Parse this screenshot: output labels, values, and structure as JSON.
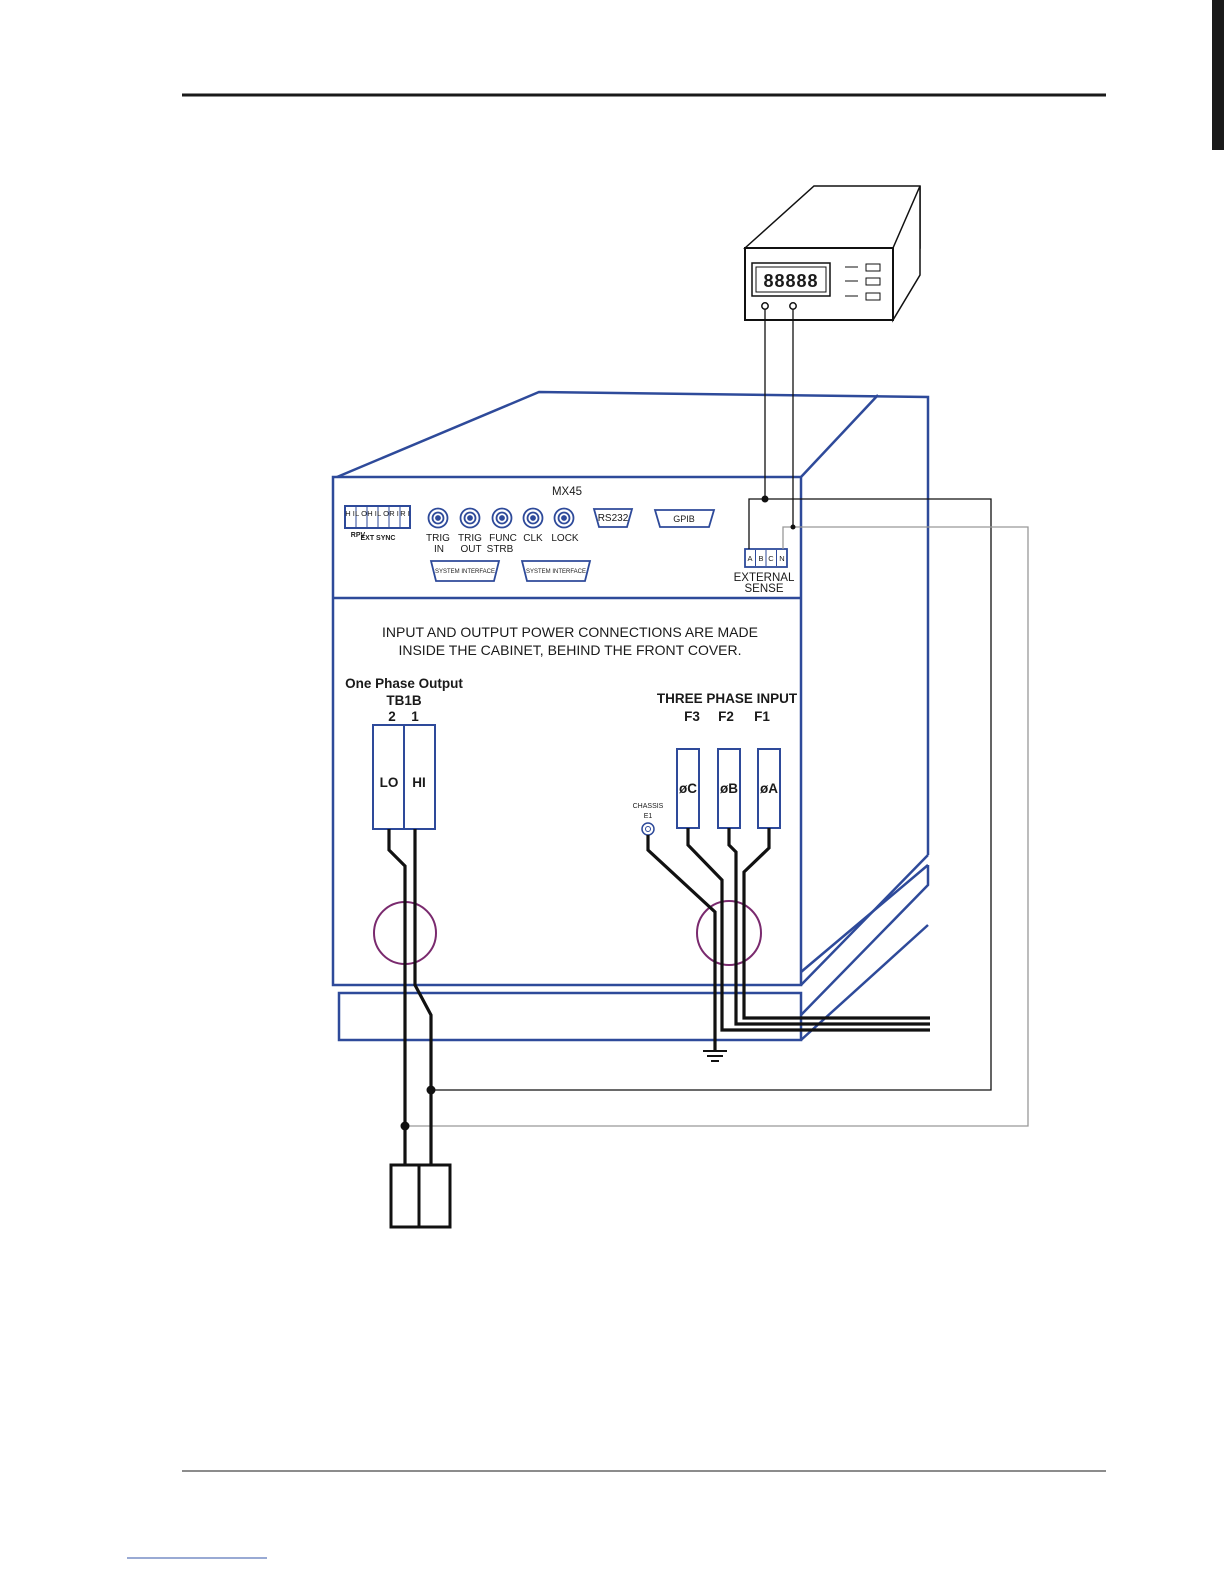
{
  "unit": {
    "model": "MX45",
    "rear_connectors": [
      "H I",
      "L O",
      "H I",
      "L O",
      "R I",
      "R I"
    ],
    "rpv_label": "RPV",
    "ext_sync_label": "EXT SYNC",
    "bnc_labels": [
      {
        "line1": "TRIG",
        "line2": "IN"
      },
      {
        "line1": "TRIG",
        "line2": "OUT"
      },
      {
        "line1": "FUNC",
        "line2": "STRB"
      },
      {
        "line1": "CLK",
        "line2": ""
      },
      {
        "line1": "LOCK",
        "line2": ""
      }
    ],
    "rs232": "RS232",
    "gpib": "GPIB",
    "system_interface_1": "SYSTEM INTERFACE",
    "system_interface_2": "SYSTEM INTERFACE",
    "sense_terminals": [
      "A",
      "B",
      "C",
      "N"
    ],
    "external_sense_line1": "EXTERNAL",
    "external_sense_line2": "SENSE"
  },
  "notice": {
    "line1": "INPUT AND OUTPUT POWER CONNECTIONS ARE MADE",
    "line2": "INSIDE THE CABINET, BEHIND THE FRONT COVER."
  },
  "output": {
    "title": "One Phase Output",
    "block": "TB1B",
    "numbers": [
      "2",
      "1"
    ],
    "terminals": [
      "LO",
      "HI"
    ]
  },
  "input": {
    "title": "THREE PHASE INPUT",
    "feeds": [
      "F3",
      "F2",
      "F1"
    ],
    "terminals": [
      "øC",
      "øB",
      "øA"
    ],
    "chassis_label": "CHASSIS",
    "chassis_sub": "E1"
  },
  "meter": {
    "display": "88888"
  },
  "colors": {
    "unit_outline": "#2e4a9a",
    "wire": "#111111",
    "cable_ring": "#7a2a6e",
    "sense_wire_c": "#999999"
  }
}
